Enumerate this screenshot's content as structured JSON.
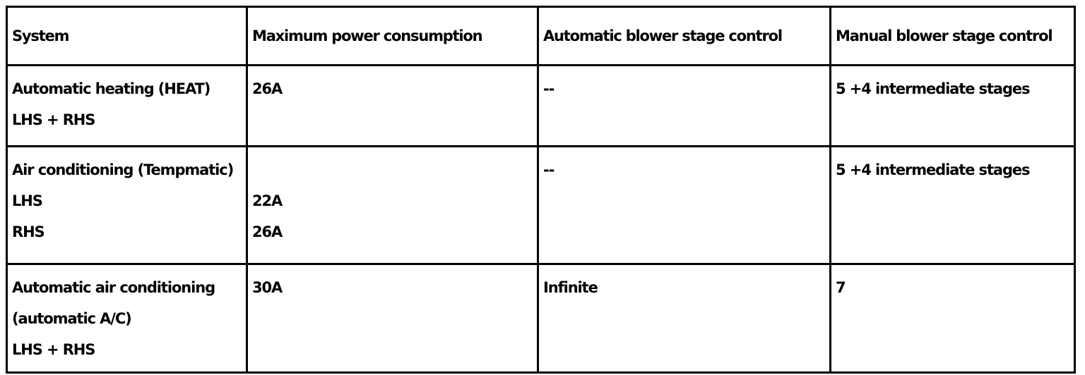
{
  "table": {
    "headers": [
      "System",
      "Maximum power consumption",
      "Automatic blower stage control",
      "Manual blower stage control"
    ],
    "rows": [
      {
        "system": [
          "Automatic heating (HEAT)",
          "LHS + RHS"
        ],
        "power": [
          "26A"
        ],
        "automatic": "--",
        "manual": "5 +4 intermediate stages"
      },
      {
        "system": [
          "Air conditioning (Tempmatic)",
          "LHS",
          "RHS"
        ],
        "power": [
          "22A",
          "26A"
        ],
        "automatic": "--",
        "manual": "5 +4 intermediate stages"
      },
      {
        "system": [
          "Automatic air conditioning",
          "(automatic A/C)",
          "LHS + RHS"
        ],
        "power": [
          "30A"
        ],
        "automatic": "Infinite",
        "manual": "7"
      }
    ]
  }
}
